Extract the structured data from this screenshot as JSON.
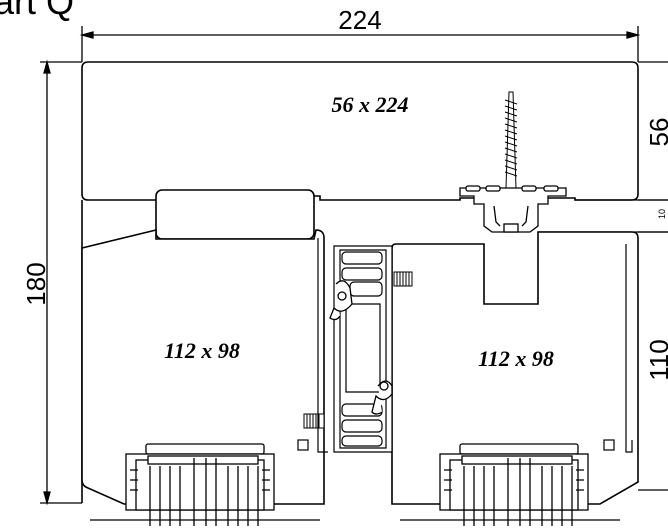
{
  "title": "art Q",
  "dimensions": {
    "top_width": "224",
    "left_height": "180",
    "right_top": "56",
    "right_lower": "110",
    "small_right": "10"
  },
  "profiles": {
    "top_beam": "56 x 224",
    "left_post": "112 x 98",
    "right_post": "112 x 98"
  },
  "colors": {
    "line": "#000000",
    "background": "#ffffff",
    "gasket": "#d9d9d9"
  }
}
